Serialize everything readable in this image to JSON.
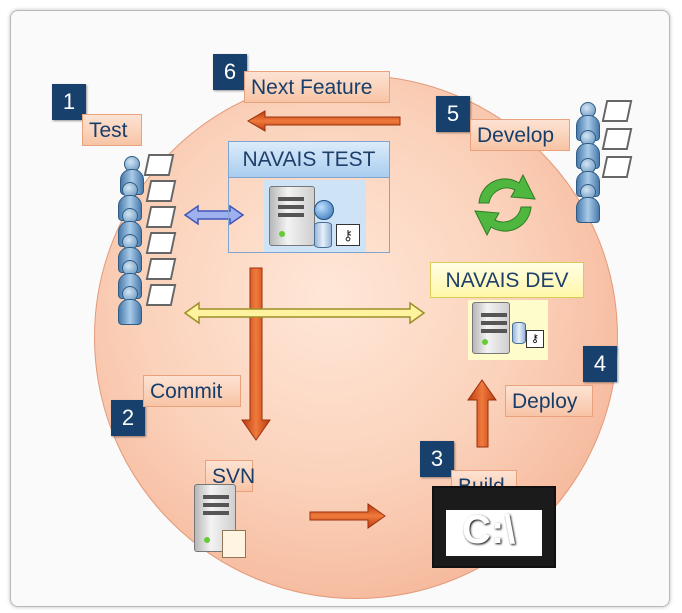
{
  "steps": [
    {
      "number": "1",
      "label": "Test"
    },
    {
      "number": "2",
      "label": "Commit"
    },
    {
      "number": "3",
      "label": "Build"
    },
    {
      "number": "4",
      "label": "Deploy"
    },
    {
      "number": "5",
      "label": "Develop"
    },
    {
      "number": "6",
      "label": "Next Feature"
    }
  ],
  "servers": {
    "test": "NAVAIS TEST",
    "dev": "NAVAIS DEV",
    "svn": "SVN"
  },
  "console_text": "C:\\",
  "colors": {
    "circle": "#f7bfa3",
    "step_box": "#17406d",
    "arrow_orange": "#d9531e",
    "arrow_yellow": "#ffee88",
    "arrow_blue": "#8fa3e8",
    "refresh_green": "#4fb640",
    "test_header": "#b6d4f2",
    "dev_header": "#fffcc4"
  },
  "icons": [
    "people-group-icon",
    "server-icon",
    "refresh-icon",
    "console-icon"
  ]
}
